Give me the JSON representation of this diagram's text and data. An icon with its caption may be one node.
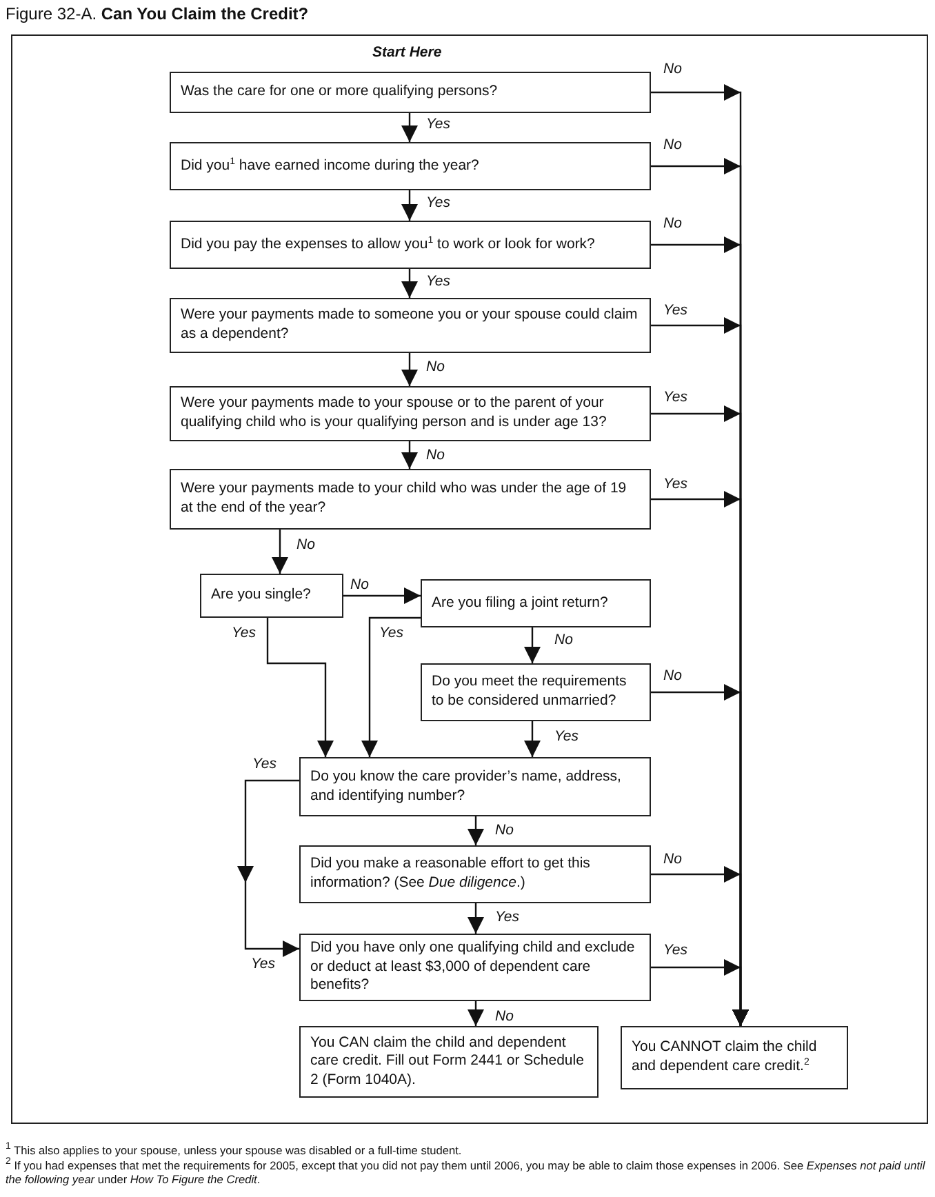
{
  "diagram": {
    "title": "Figure 32-A. **Can You Claim the Credit?**",
    "nodes": [
      {
        "text": [
          "Was the care for one or more qualifying persons?"
        ]
      },
      {
        "text": [
          "Did you$^{1}$ have earned income during the year?"
        ]
      },
      {
        "text": [
          "Did you pay the expenses to allow you$^{1}$ to work or look for work?"
        ]
      },
      {
        "text": [
          "Were your payments made to someone you or your spouse could claim as a dependent?"
        ]
      },
      {
        "text": [
          "Were your payments made to your spouse or to the parent of your qualifying child who is your qualifying person and is under age 13?"
        ]
      },
      {
        "text": [
          "Were your payments made to your child who was under the age of 19 at the end of the year?"
        ]
      },
      {
        "text": [
          "Are you single?"
        ]
      },
      {
        "text": [
          "Are you filing a joint return?"
        ]
      },
      {
        "text": [
          "Do you meet the requirements to be considered unmarried?"
        ]
      },
      {
        "text": [
          "Do you know the care provider’s name, address, and identifying number?"
        ]
      },
      {
        "text": [
          "Did you make a reasonable effort to get this information? (See *Due diligence*.)"
        ]
      },
      {
        "text": [
          "Did you have only one qualifying child and exclude or deduct at least $3,000 of dependent care benefits?"
        ]
      },
      {
        "text": [
          "You CAN claim the child and dependent care credit. Fill out Form 2441 or Schedule 2 (Form 1040A)."
        ]
      },
      {
        "text": [
          "You CANNOT claim the child and dependent care credit.$^{2}$"
        ]
      }
    ],
    "edges": [
      {
        "from": 0,
        "to": 13,
        "arrow": "to",
        "label": "No"
      },
      {
        "from": 0,
        "to": 1,
        "arrow": "to",
        "label": "Yes"
      },
      {
        "from": 1,
        "to": 13,
        "arrow": "to",
        "label": "No"
      },
      {
        "from": 1,
        "to": 2,
        "arrow": "to",
        "label": "Yes"
      },
      {
        "from": 2,
        "to": 13,
        "arrow": "to",
        "label": "No"
      },
      {
        "from": 2,
        "to": 3,
        "arrow": "to",
        "label": "Yes"
      },
      {
        "from": 3,
        "to": 13,
        "arrow": "to",
        "label": "Yes"
      },
      {
        "from": 3,
        "to": 4,
        "arrow": "to",
        "label": "No"
      },
      {
        "from": 4,
        "to": 13,
        "arrow": "to",
        "label": "Yes"
      },
      {
        "from": 4,
        "to": 5,
        "arrow": "to",
        "label": "No"
      },
      {
        "from": 5,
        "to": 13,
        "arrow": "to",
        "label": "Yes"
      },
      {
        "from": 5,
        "to": 6,
        "arrow": "to",
        "label": "No"
      },
      {
        "from": 6,
        "to": 7,
        "arrow": "to",
        "label": "No"
      },
      {
        "from": 6,
        "to": 9,
        "arrow": "to",
        "label": "Yes"
      },
      {
        "from": 7,
        "to": 9,
        "arrow": "to",
        "label": "Yes"
      },
      {
        "from": 7,
        "to": 8,
        "arrow": "to",
        "label": "No"
      },
      {
        "from": 8,
        "to": 13,
        "arrow": "to",
        "label": "No"
      },
      {
        "from": 8,
        "to": 9,
        "arrow": "to",
        "label": "Yes"
      },
      {
        "from": 9,
        "to": 11,
        "arrow": "to",
        "label": "Yes"
      },
      {
        "from": 9,
        "to": 10,
        "arrow": "to",
        "label": "No"
      },
      {
        "from": 10,
        "to": 13,
        "arrow": "to",
        "label": "No"
      },
      {
        "from": 10,
        "to": 11,
        "arrow": "to",
        "label": "Yes"
      },
      {
        "from": 11,
        "to": 13,
        "arrow": "to",
        "label": "Yes"
      },
      {
        "from": 11,
        "to": 12,
        "arrow": "to",
        "label": "No"
      }
    ],
    "labels": [
      "Start Here",
      "Yes",
      "$^{1}$ This also applies to your spouse, unless your spouse was disabled or a full-time student.",
      "$^{2}$ If you had expenses that met the requirements for 2005, except that you did not pay them until 2006, you may be able to claim those expenses in 2006. See *Expenses not paid until the following year* under *How To Figure the Credit*."
    ]
  }
}
